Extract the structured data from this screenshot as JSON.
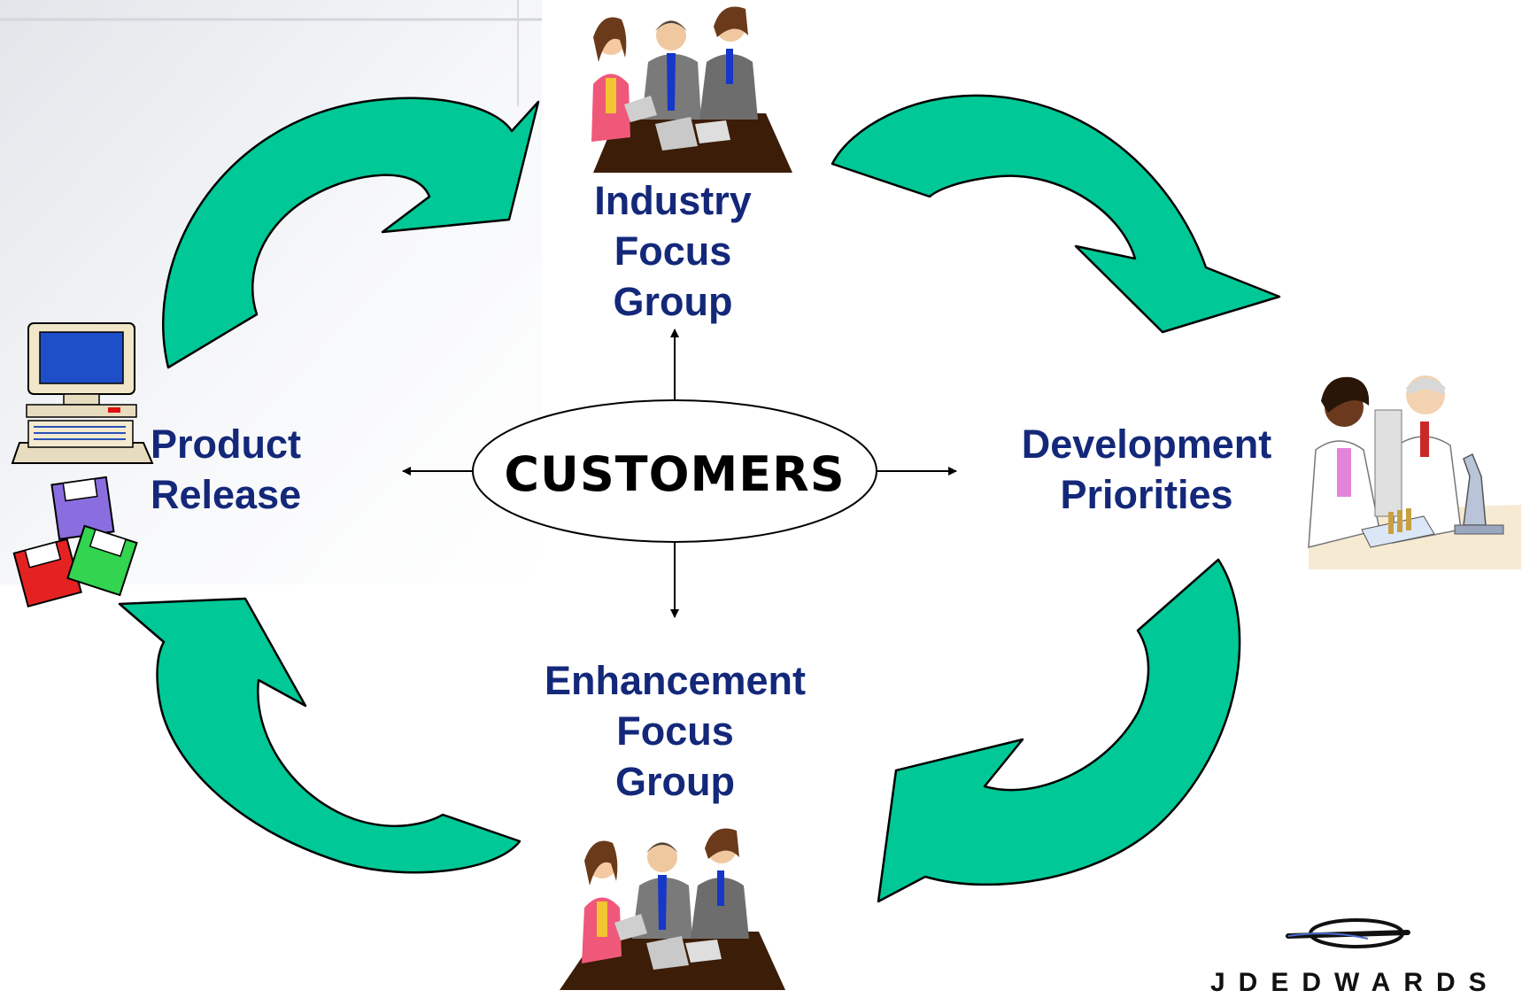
{
  "center": {
    "label": "CUSTOMERS"
  },
  "nodes": {
    "industry_focus_group": {
      "lines": [
        "Industry",
        "Focus",
        "Group"
      ]
    },
    "development_priorities": {
      "lines": [
        "Development",
        "Priorities"
      ]
    },
    "enhancement_focus_group": {
      "lines": [
        "Enhancement",
        "Focus",
        "Group"
      ]
    },
    "product_release": {
      "lines": [
        "Product",
        "Release"
      ]
    }
  },
  "logo": {
    "text": "JDEDWARDS"
  },
  "colors": {
    "cycle_arrow": "#00c896",
    "label_text": "#14287a",
    "outline": "#000000"
  },
  "icons": {
    "industry_focus_group": "meeting-people-icon",
    "development_priorities": "scientists-lab-icon",
    "enhancement_focus_group": "meeting-people-icon",
    "product_release": "computer-and-floppy-disks-icon"
  }
}
